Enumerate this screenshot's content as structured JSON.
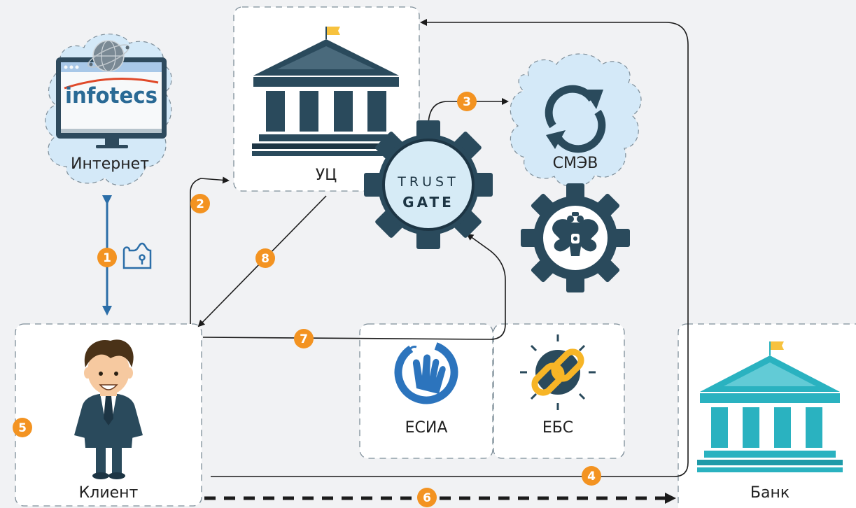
{
  "nodes": {
    "internet": "Интернет",
    "uc": "УЦ",
    "smev": "СМЭВ",
    "client": "Клиент",
    "esia": "ЕСИА",
    "ebs": "ЕБС",
    "bank": "Банк"
  },
  "logo": {
    "text": "infotecs"
  },
  "trustgate": {
    "line1": "TRUST",
    "line2": "GATE"
  },
  "steps": [
    "1",
    "2",
    "3",
    "4",
    "5",
    "6",
    "7",
    "8"
  ],
  "colors": {
    "background": "#f1f2f4",
    "accent_orange": "#f39321",
    "dark_slate": "#2a4a5c",
    "teal": "#2ab2c0",
    "blue_arrow": "#2b6ea8",
    "cloud": "#d4e9f8",
    "flag": "#f7c23e",
    "esia_blue": "#2c74bd",
    "ebs_gold": "#f7b526"
  },
  "icons": [
    "globe-icon",
    "monitor-icon",
    "refresh-icon",
    "eagle-emblem-icon",
    "hand-touch-icon",
    "chain-link-icon",
    "puzzle-lock-icon",
    "person-icon",
    "gear-icon",
    "bank-icon"
  ]
}
